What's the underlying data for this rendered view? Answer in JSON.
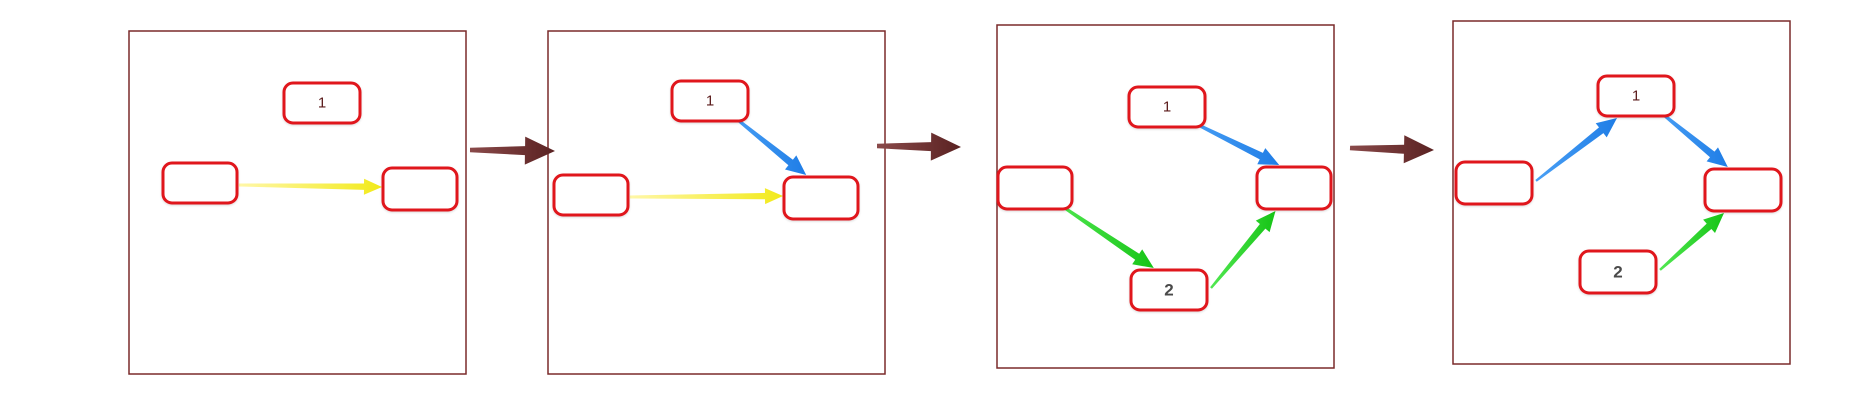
{
  "colors": {
    "panel_border": "#7a2a2a",
    "node_border": "#e0141b",
    "edge_yellow": "#f2ea1a",
    "edge_blue": "#1f7de6",
    "edge_green": "#1ed01e",
    "step_arrow": "#6b2b2b"
  },
  "panels": [
    {
      "nodes": [
        {
          "id": "n1",
          "label": "1"
        },
        {
          "id": "left",
          "label": ""
        },
        {
          "id": "right",
          "label": ""
        }
      ],
      "edges": [
        {
          "from": "left",
          "to": "right",
          "color": "yellow"
        }
      ]
    },
    {
      "nodes": [
        {
          "id": "n1",
          "label": "1"
        },
        {
          "id": "left",
          "label": ""
        },
        {
          "id": "right",
          "label": ""
        }
      ],
      "edges": [
        {
          "from": "left",
          "to": "right",
          "color": "yellow"
        },
        {
          "from": "n1",
          "to": "right",
          "color": "blue"
        }
      ]
    },
    {
      "nodes": [
        {
          "id": "n1",
          "label": "1"
        },
        {
          "id": "left",
          "label": ""
        },
        {
          "id": "right",
          "label": ""
        },
        {
          "id": "n2",
          "label": "2"
        }
      ],
      "edges": [
        {
          "from": "n1",
          "to": "right",
          "color": "blue"
        },
        {
          "from": "left",
          "to": "n2",
          "color": "green"
        },
        {
          "from": "n2",
          "to": "right",
          "color": "green"
        }
      ]
    },
    {
      "nodes": [
        {
          "id": "n1",
          "label": "1"
        },
        {
          "id": "left",
          "label": ""
        },
        {
          "id": "right",
          "label": ""
        },
        {
          "id": "n2",
          "label": "2"
        }
      ],
      "edges": [
        {
          "from": "left",
          "to": "n1",
          "color": "blue"
        },
        {
          "from": "n1",
          "to": "right",
          "color": "blue"
        },
        {
          "from": "n2",
          "to": "right",
          "color": "green"
        }
      ]
    }
  ],
  "step_arrows": 3
}
